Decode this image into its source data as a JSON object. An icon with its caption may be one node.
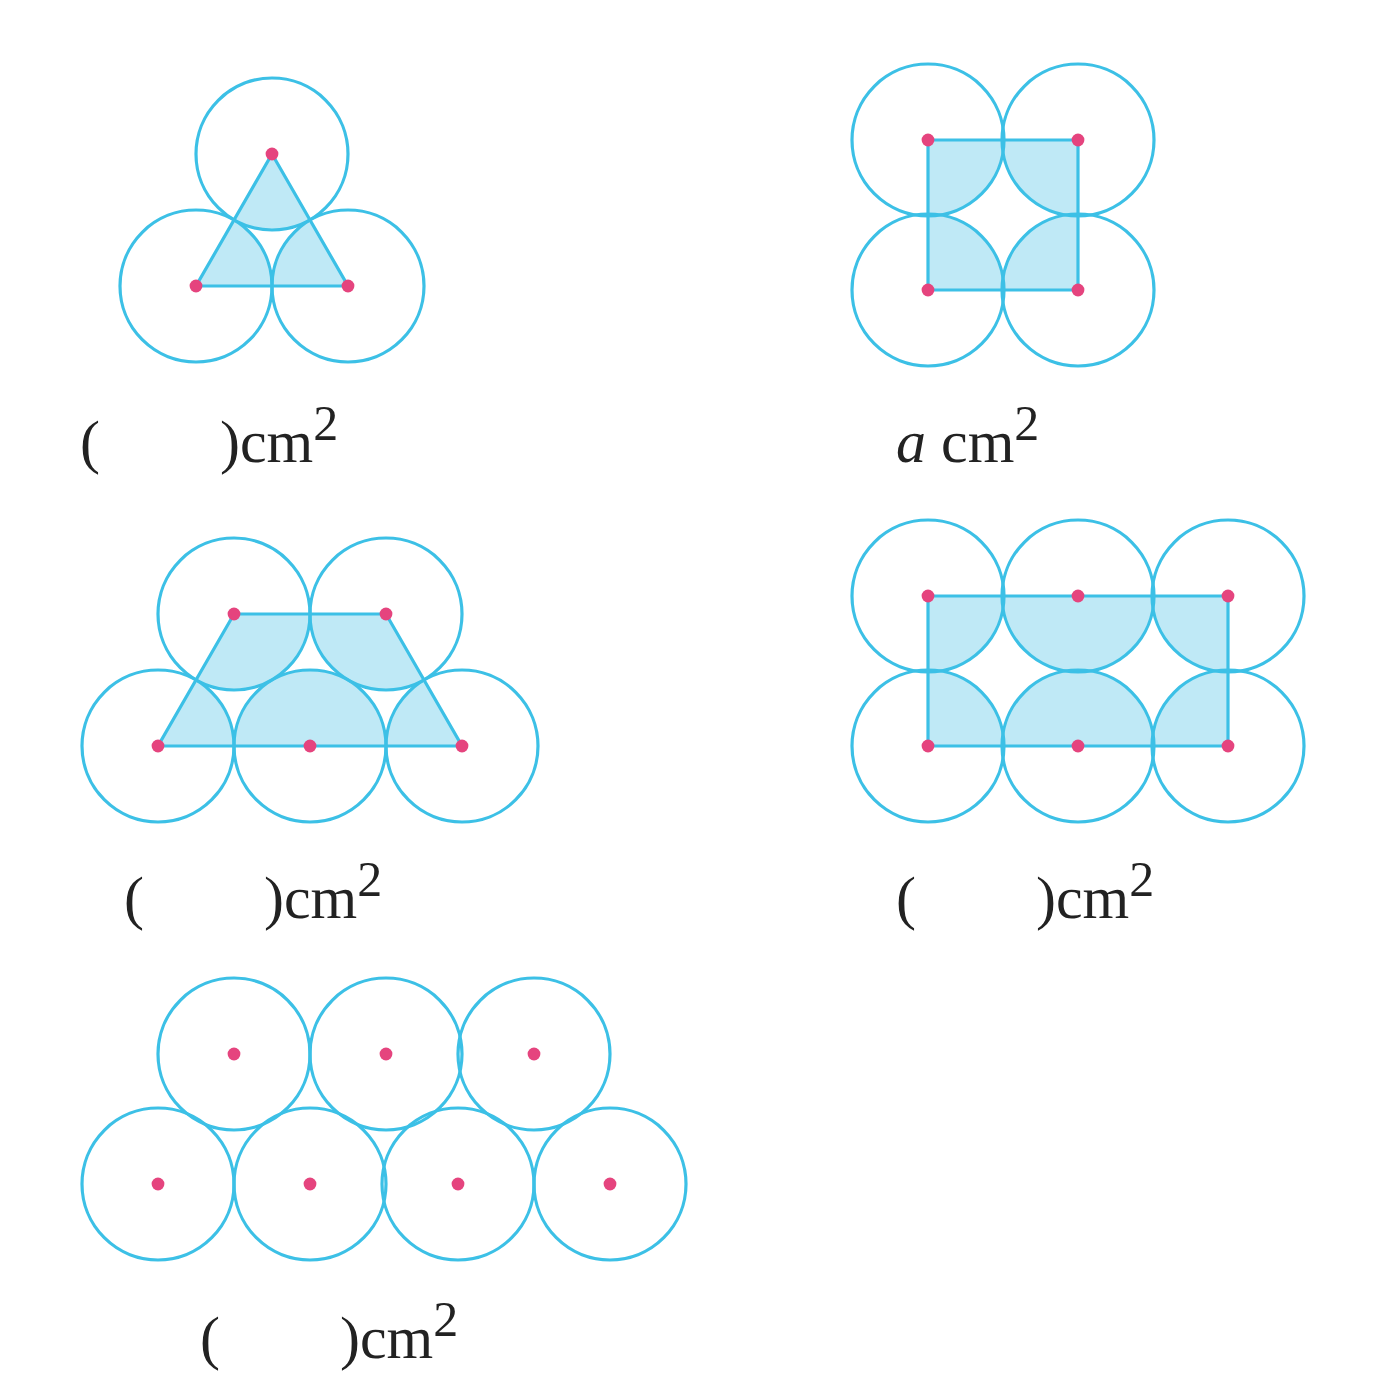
{
  "diagram": {
    "labels": [
      "(        )cm$^{2}$",
      "*a* cm$^{2}$",
      "(        )cm$^{2}$",
      "(        )cm$^{2}$",
      "(        )cm$^{2}$"
    ]
  }
}
